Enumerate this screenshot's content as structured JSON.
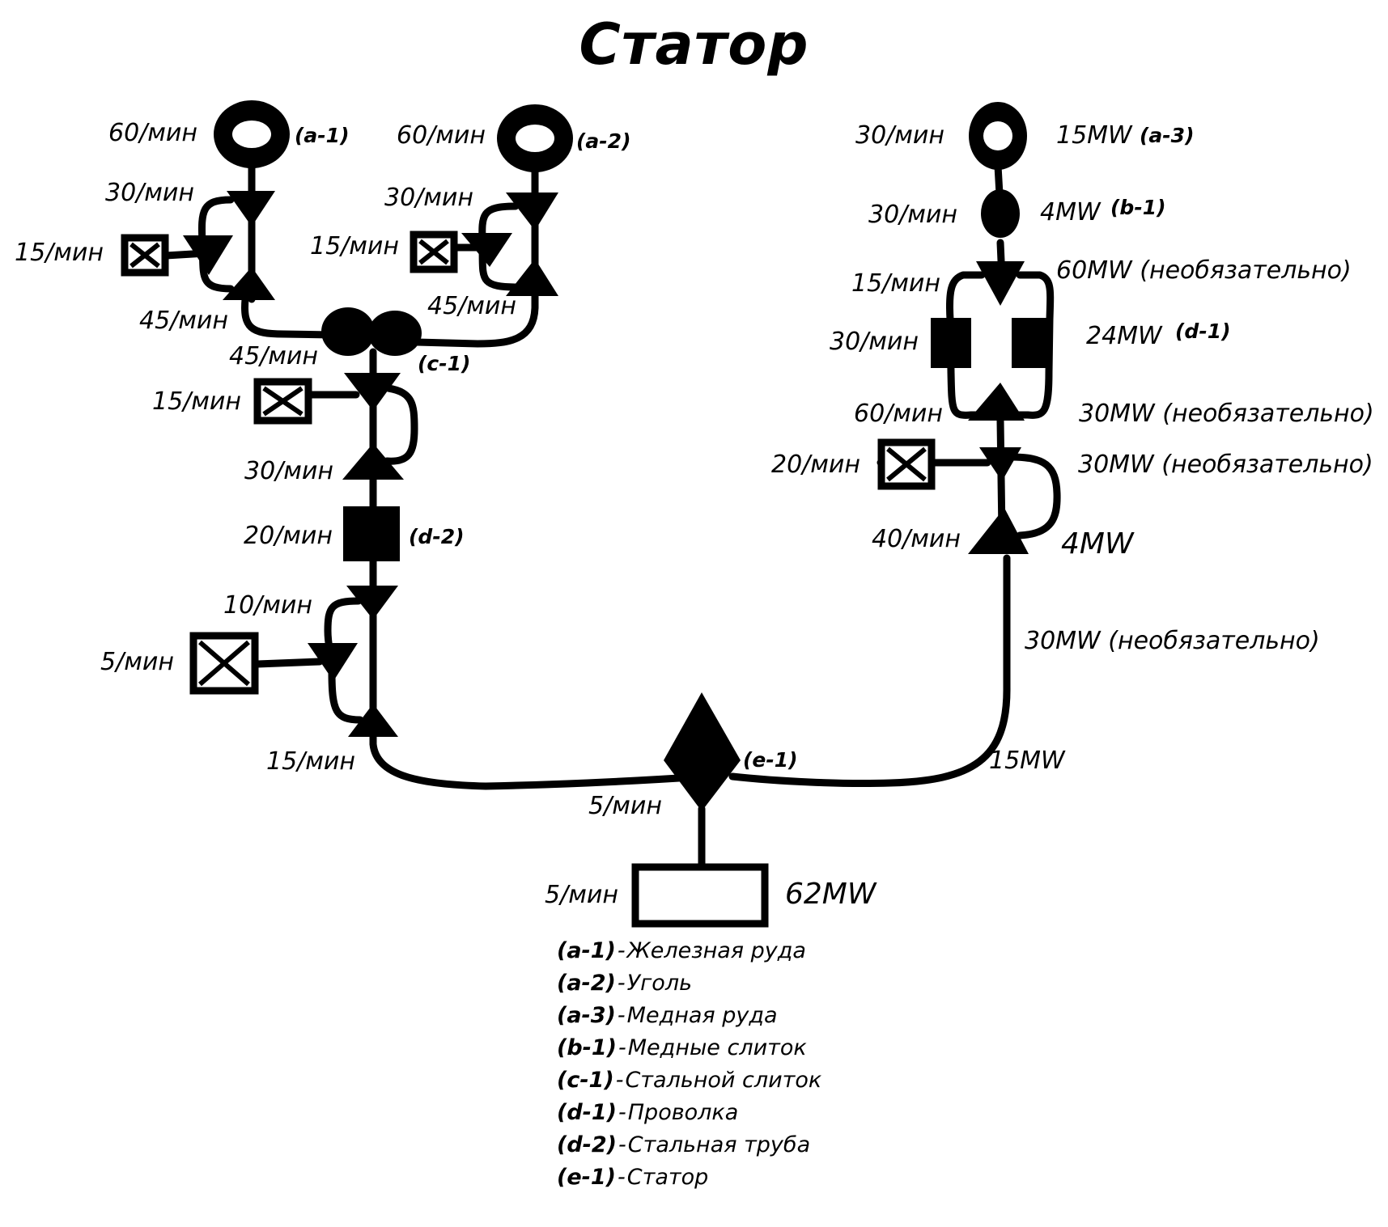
{
  "title": "Статор",
  "nodes": {
    "a1": {
      "code": "(a-1)",
      "rate": "60/мин"
    },
    "a2": {
      "code": "(a-2)",
      "rate": "60/мин"
    },
    "a3": {
      "code": "(a-3)",
      "rate": "30/мин",
      "power": "15MW"
    },
    "b1": {
      "code": "(b-1)",
      "rate": "30/мин",
      "power": "4MW"
    },
    "c1": {
      "code": "(c-1)"
    },
    "d1": {
      "code": "(d-1)",
      "rate": "30/мин",
      "power": "24MW"
    },
    "d2": {
      "code": "(d-2)",
      "rate": "20/мин"
    },
    "e1": {
      "code": "(e-1)",
      "rate": "5/мин"
    },
    "output": {
      "rate": "5/мин",
      "power": "62MW"
    }
  },
  "flow_labels": {
    "a1_split_in": "30/мин",
    "a1_sink": "15/мин",
    "a1_merge_out": "45/мин",
    "a2_split_in": "30/мин",
    "a2_sink": "15/мин",
    "a2_merge_out": "45/мин",
    "c1_out": "45/мин",
    "c1_sink": "15/мин",
    "c1_merge_out": "30/мин",
    "d2_split_in": "10/мин",
    "d2_sink": "5/мин",
    "d2_merge_out": "15/мин",
    "b1_split_in": "15/мин",
    "b1_split_power": "60MW (необязательно)",
    "d1_merge_out": "60/мин",
    "d1_merge_power": "30MW (необязательно)",
    "d1_sink": "20/мин",
    "d1_split_power": "30MW (необязательно)",
    "d1_final_merge": "40/мин",
    "d1_final_power": "4MW",
    "right_line_power": "30MW (необязательно)",
    "e1_right_power": "15MW"
  },
  "legend": [
    {
      "code": "(a-1)",
      "sep": "-",
      "name": "Железная руда"
    },
    {
      "code": "(a-2)",
      "sep": "-",
      "name": "Уголь"
    },
    {
      "code": "(a-3)",
      "sep": "-",
      "name": "Медная руда"
    },
    {
      "code": "(b-1)",
      "sep": "-",
      "name": "Медные слиток"
    },
    {
      "code": "(c-1)",
      "sep": "-",
      "name": "Стальной слиток"
    },
    {
      "code": "(d-1)",
      "sep": "-",
      "name": "Проволка"
    },
    {
      "code": "(d-2)",
      "sep": "-",
      "name": "Стальная труба"
    },
    {
      "code": "(e-1)",
      "sep": "-",
      "name": "Статор"
    }
  ],
  "colors": {
    "ink": "#000000",
    "background": "#ffffff"
  }
}
